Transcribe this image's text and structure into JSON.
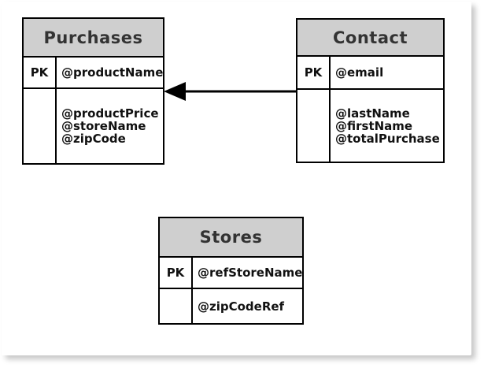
{
  "diagram": {
    "entities": {
      "purchases": {
        "title": "Purchases",
        "pk_label": "PK",
        "pk_attribute": "@productName",
        "attributes": [
          "@productPrice",
          "@storeName",
          "@zipCode"
        ]
      },
      "contact": {
        "title": "Contact",
        "pk_label": "PK",
        "pk_attribute": "@email",
        "attributes": [
          "@lastName",
          "@firstName",
          "@totalPurchase"
        ]
      },
      "stores": {
        "title": "Stores",
        "pk_label": "PK",
        "pk_attribute": "@refStoreName",
        "attributes": [
          "@zipCodeRef"
        ]
      }
    },
    "relationship": {
      "from": "Contact",
      "to": "Purchases",
      "style": "solid-line-filled-arrowhead"
    },
    "colors": {
      "header_bg": "#cfcfcf",
      "border": "#000000",
      "title_text": "#333333",
      "attribute_text": "#111111",
      "page_bg": "#ffffff"
    }
  }
}
